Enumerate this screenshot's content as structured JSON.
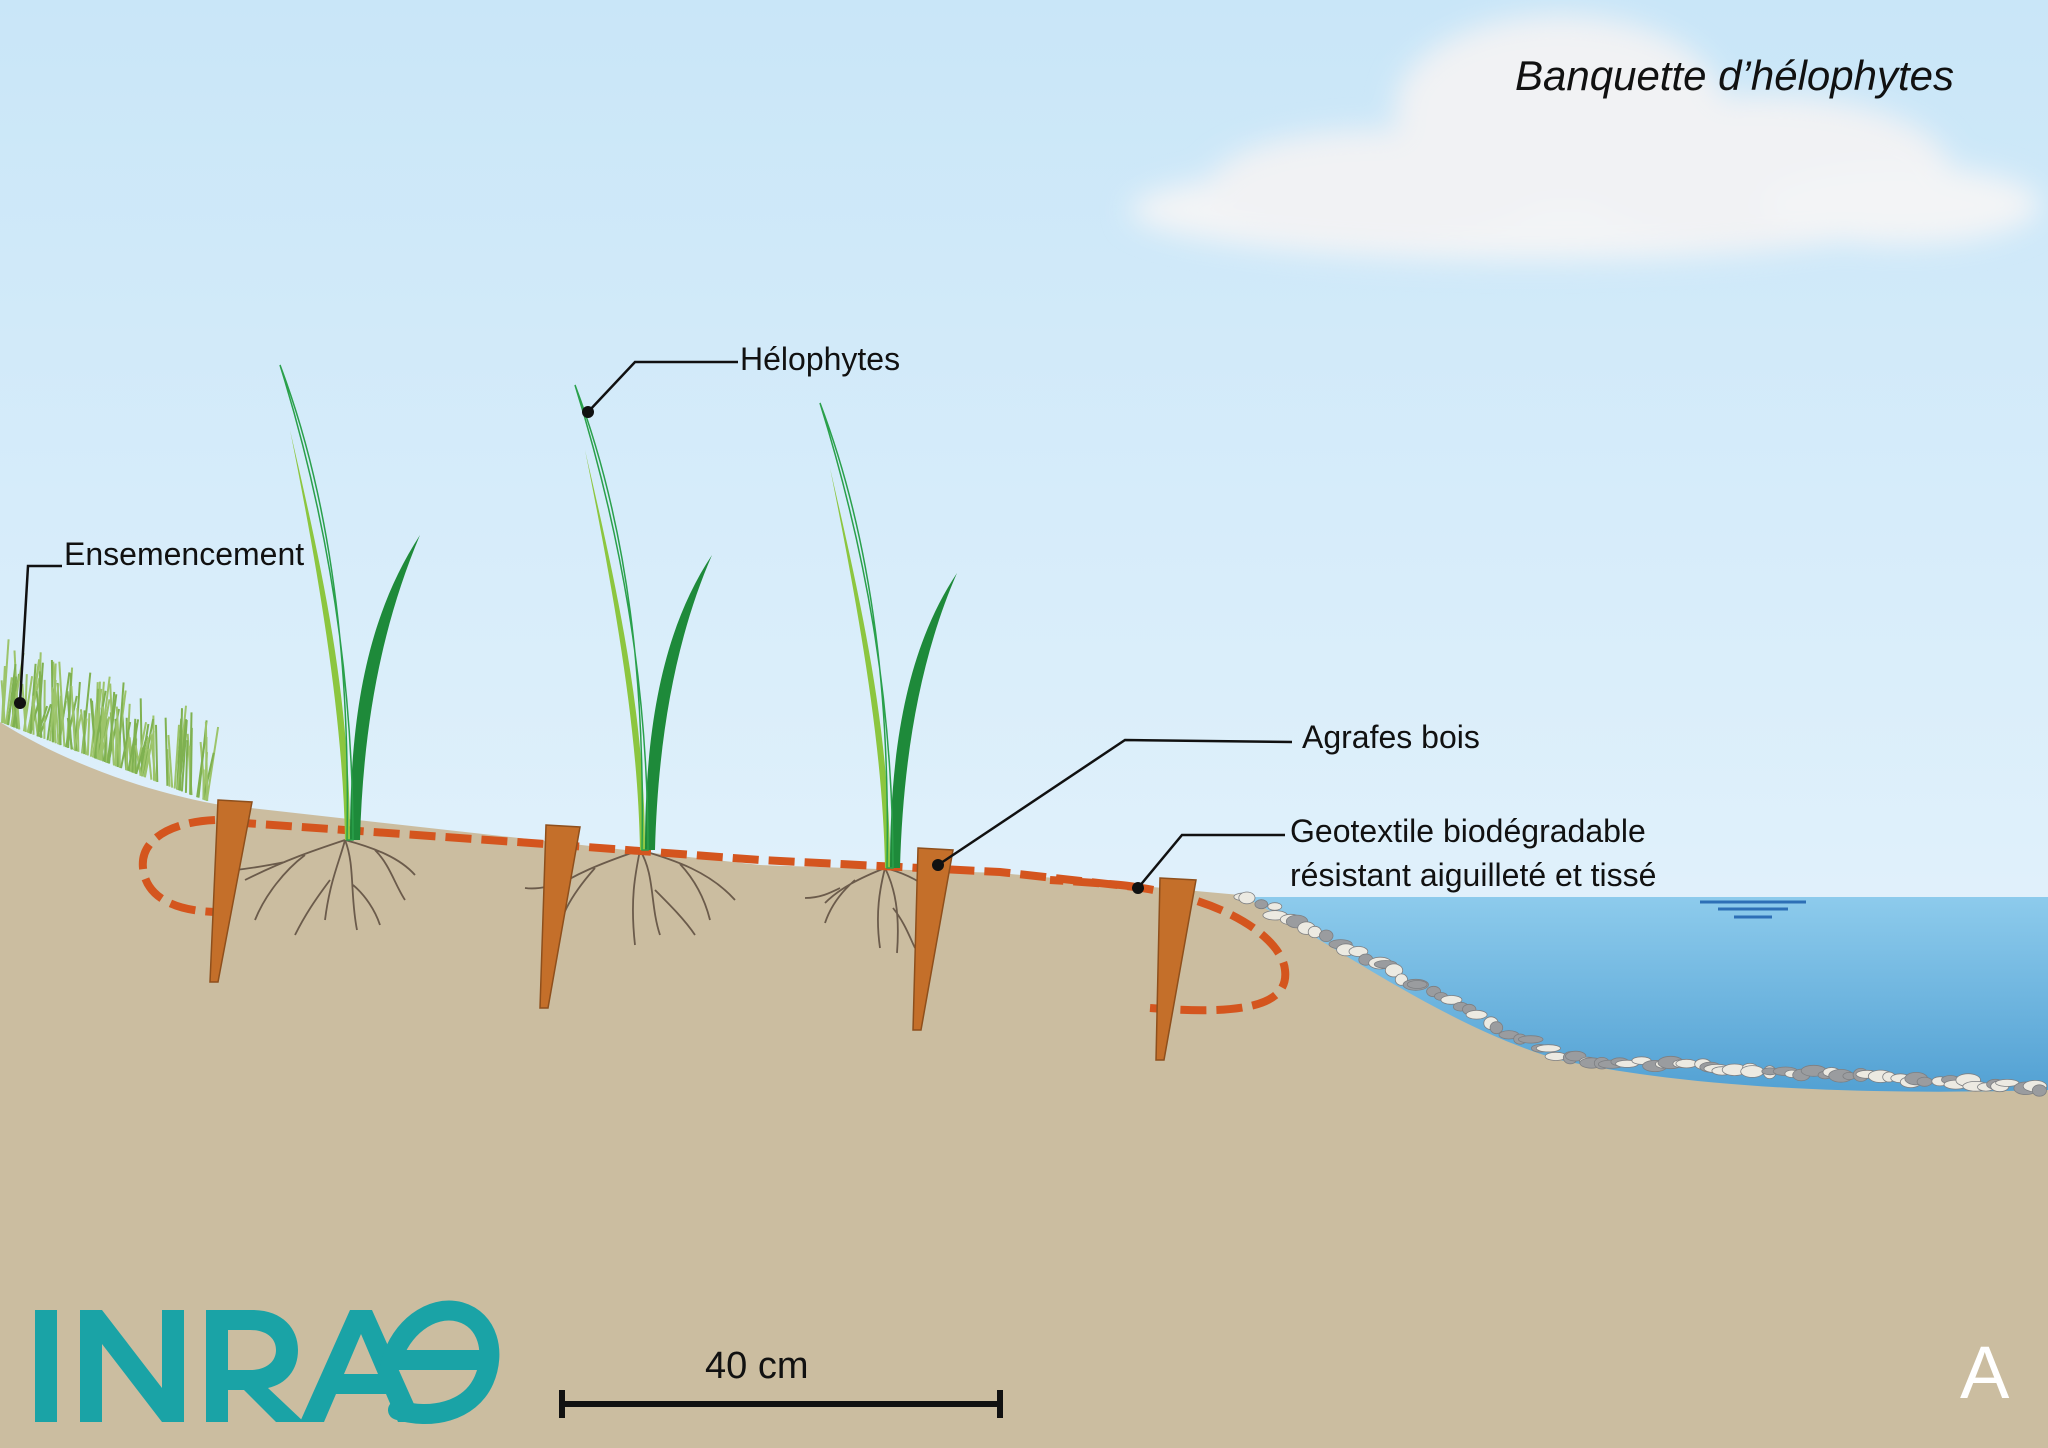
{
  "title": "Banquette d’hélophytes",
  "labels": {
    "helophytes": "Hélophytes",
    "ensemencement": "Ensemencement",
    "agrafes": "Agrafes bois",
    "geotextile_line1": "Geotextile biodégradable",
    "geotextile_line2": "résistant aiguilleté et tissé"
  },
  "scale_bar": {
    "label": "40 cm"
  },
  "panel_letter": "A",
  "logo": {
    "text": "INRAE",
    "color": "#1aa3a6"
  },
  "colors": {
    "sky_top": "#cde6f7",
    "sky_bottom": "#eaf5fc",
    "soil": "#cbbda0",
    "water_top": "#8cc9ea",
    "water_bottom": "#4a9ccf",
    "geotextile": "#d4551e",
    "stake": "#c46f2a",
    "plant_light": "#8cc63f",
    "plant_dark": "#1e8a3a"
  }
}
